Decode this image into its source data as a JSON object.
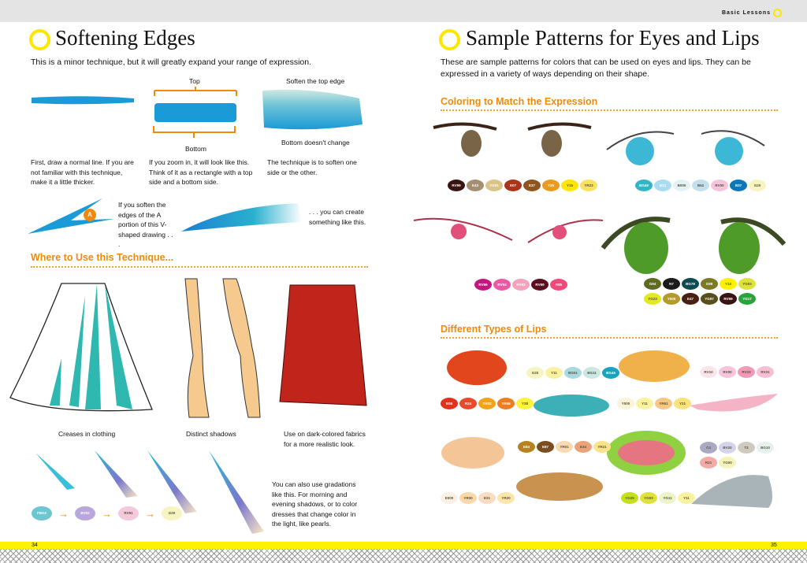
{
  "header": {
    "running_head": "Basic Lessons"
  },
  "left": {
    "title": "Softening Edges",
    "intro": "This is a minor technique, but it will greatly expand your range of expression.",
    "labels": {
      "top": "Top",
      "bottom": "Bottom",
      "soften_top": "Soften the top edge",
      "bottom_no_change": "Bottom doesn't change",
      "a_marker": "A"
    },
    "captions": {
      "step1": "First, draw a normal line. If you are not familiar with this technique, make it a little thicker.",
      "step2": "If you zoom in, it will look like this. Think of it as a rectangle with a top side and a bottom side.",
      "step3": "The technique is to soften one side or the other.",
      "v_shape": "If you soften the edges of the A portion of this V-shaped drawing . . .",
      "result": ". . . you can create something like this."
    },
    "section": "Where to Use this Technique...",
    "uses": {
      "clothing": "Creases in clothing",
      "shadows": "Distinct shadows",
      "dark": "Use on dark-colored fabrics for a more realistic look."
    },
    "gradation_text": "You can also use gradations like this. For morning and evening shadows, or to color dresses that change color in the light, like pearls.",
    "gradation_swatches": [
      {
        "code": "FBG2",
        "color": "#6cc7d3"
      },
      {
        "code": "BV02",
        "color": "#b9a6dc"
      },
      {
        "code": "RV91",
        "color": "#f5c9dc",
        "dark": true
      },
      {
        "code": "G20",
        "color": "#f6f5c2",
        "dark": true
      }
    ],
    "page_number": "34"
  },
  "right": {
    "title": "Sample Patterns for Eyes and Lips",
    "intro": "These are sample patterns for colors that can be used on eyes and lips. They can be expressed in a variety of ways depending on their shape.",
    "section_eyes": "Coloring to Match the Expression",
    "section_lips": "Different Types of Lips",
    "page_number": "35",
    "swatch_groups": {
      "eye_brown": [
        {
          "code": "RV99",
          "color": "#3a1414"
        },
        {
          "code": "E43",
          "color": "#a58f73"
        },
        {
          "code": "YG91",
          "color": "#d9c48a"
        },
        {
          "code": "E07",
          "color": "#a9351c"
        },
        {
          "code": "E37",
          "color": "#8e5522"
        },
        {
          "code": "Y26",
          "color": "#e99a20"
        },
        {
          "code": "Y15",
          "color": "#ffe600",
          "dark": true
        },
        {
          "code": "YR23",
          "color": "#fbe25a",
          "dark": true
        }
      ],
      "eye_blue": [
        {
          "code": "BG49",
          "color": "#34b5c6"
        },
        {
          "code": "B12",
          "color": "#a9dcf0"
        },
        {
          "code": "B000",
          "color": "#e4f2f5",
          "dark": true
        },
        {
          "code": "B52",
          "color": "#c4e0ec",
          "dark": true
        },
        {
          "code": "RV00",
          "color": "#f6c4dc",
          "dark": true
        },
        {
          "code": "B37",
          "color": "#0d78b8"
        },
        {
          "code": "G20",
          "color": "#f6f5c2",
          "dark": true
        }
      ],
      "eye_pink": [
        {
          "code": "RV66",
          "color": "#c4167f"
        },
        {
          "code": "RV04",
          "color": "#ea5aa4"
        },
        {
          "code": "RV02",
          "color": "#f3a3bd"
        },
        {
          "code": "RV69",
          "color": "#5a0e1e"
        },
        {
          "code": "R85",
          "color": "#ee4a7a"
        }
      ],
      "eye_green_1": [
        {
          "code": "G94",
          "color": "#5f6b21"
        },
        {
          "code": "N7",
          "color": "#1b1b1b"
        },
        {
          "code": "BG78",
          "color": "#0c4b52"
        },
        {
          "code": "G99",
          "color": "#7b7a26"
        },
        {
          "code": "Y13",
          "color": "#fff200",
          "dark": true
        },
        {
          "code": "YG03",
          "color": "#dfe23a",
          "dark": true
        }
      ],
      "eye_green_2": [
        {
          "code": "YG23",
          "color": "#e3ea1b",
          "dark": true
        },
        {
          "code": "Y000",
          "color": "#b39a2a"
        },
        {
          "code": "E47",
          "color": "#4b1e12"
        },
        {
          "code": "YG97",
          "color": "#5a4f1c"
        },
        {
          "code": "RV99",
          "color": "#3a1414"
        },
        {
          "code": "YG17",
          "color": "#26a63a"
        }
      ],
      "lips_red": [
        {
          "code": "E08",
          "color": "#e0321c"
        },
        {
          "code": "R24",
          "color": "#e84a2c"
        },
        {
          "code": "YR02",
          "color": "#f4a21a"
        },
        {
          "code": "YR68",
          "color": "#ee7d22"
        },
        {
          "code": "Y28",
          "color": "#fff23a",
          "dark": true
        }
      ],
      "lips_teal": [
        {
          "code": "G20",
          "color": "#f6f5c2",
          "dark": true
        },
        {
          "code": "Y11",
          "color": "#fbf2a0",
          "dark": true
        },
        {
          "code": "BG01",
          "color": "#a8d9e2",
          "dark": true
        },
        {
          "code": "BG11",
          "color": "#cbe7e3",
          "dark": true
        },
        {
          "code": "BG45",
          "color": "#1ba3bb"
        }
      ],
      "lips_orange": [
        {
          "code": "Y000",
          "color": "#fbf4d8",
          "dark": true
        },
        {
          "code": "Y11",
          "color": "#fbf2a0",
          "dark": true
        },
        {
          "code": "YR61",
          "color": "#f7c783",
          "dark": true
        },
        {
          "code": "Y21",
          "color": "#fbe37a",
          "dark": true
        }
      ],
      "lips_pink": [
        {
          "code": "RV10",
          "color": "#fbe4ec",
          "dark": true
        },
        {
          "code": "RV00",
          "color": "#f6c4dc",
          "dark": true
        },
        {
          "code": "RV23",
          "color": "#f19ab8",
          "dark": true
        },
        {
          "code": "RV21",
          "color": "#f6bfd6",
          "dark": true
        }
      ],
      "lips_brown": [
        {
          "code": "E84",
          "color": "#b78321"
        },
        {
          "code": "E87",
          "color": "#7a4d1e"
        },
        {
          "code": "YR01",
          "color": "#fad9b2",
          "dark": true
        },
        {
          "code": "E34",
          "color": "#eba27a",
          "dark": true
        },
        {
          "code": "YR21",
          "color": "#fbe38c",
          "dark": true
        }
      ],
      "lips_peach": [
        {
          "code": "E000",
          "color": "#fdf0e4",
          "dark": true
        },
        {
          "code": "YR00",
          "color": "#fbd7a9",
          "dark": true
        },
        {
          "code": "E21",
          "color": "#f9dcc2",
          "dark": true
        },
        {
          "code": "YR20",
          "color": "#fce5a8",
          "dark": true
        }
      ],
      "lips_gray_1": [
        {
          "code": "C4",
          "color": "#a9a9c4",
          "dark": true
        },
        {
          "code": "BV20",
          "color": "#d5d2ec",
          "dark": true
        },
        {
          "code": "T2",
          "color": "#cfc9c0",
          "dark": true
        },
        {
          "code": "BG10",
          "color": "#e6f2ee",
          "dark": true
        }
      ],
      "lips_gray_2": [
        {
          "code": "R21",
          "color": "#f3a9a5",
          "dark": true
        },
        {
          "code": "YG00",
          "color": "#f4f3b9",
          "dark": true
        }
      ],
      "lips_green": [
        {
          "code": "YG25",
          "color": "#c4e018",
          "dark": true
        },
        {
          "code": "YG03",
          "color": "#dfe23a",
          "dark": true
        },
        {
          "code": "YG11",
          "color": "#eef4c9",
          "dark": true
        },
        {
          "code": "Y11",
          "color": "#fbf2a0",
          "dark": true
        }
      ]
    }
  },
  "colors": {
    "accent_yellow": "#ffe600",
    "section_orange": "#f08a0c",
    "stroke_blue": "#1a9ad6"
  }
}
